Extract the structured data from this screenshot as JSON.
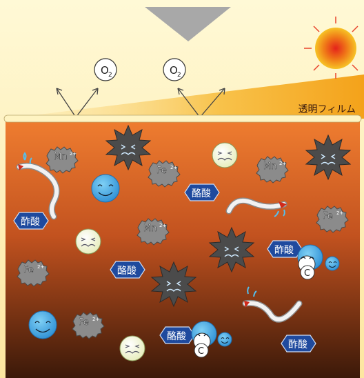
{
  "film_label": "透明フィルム",
  "o2_labels": [
    "O",
    "O"
  ],
  "o2_subscript": "2",
  "ion_labels": {
    "mn_main": "Mn",
    "mn_charge": "2+",
    "fe_main": "Fe",
    "fe_charge": "2+"
  },
  "acid_label": "酢酸",
  "acid_label_alt": "酪酸",
  "carbon_label": "C",
  "colors": {
    "sky_top": "#fff7c8",
    "sky_bottom": "#fde7a1",
    "soil_top": "#f08130",
    "soil_bottom": "#3a1808",
    "film_fill": "#fff4c4",
    "acid_blue": "#1f4a9e",
    "microbe_blue": "#3aa6e0",
    "sad_face": "#f3f6d3",
    "spiky_dark": "#4a4a4a",
    "ion_gray": "#8a8a8a",
    "sun_core": "#e2231a",
    "sun_glow": "#f6b200",
    "arrow_gray": "#9e9e9e"
  },
  "icons": [
    "sun-icon",
    "down-arrow-icon",
    "o2-bubble-icon",
    "eel-icon",
    "spiky-microbe-icon",
    "smiling-microbe-icon",
    "frowning-microbe-icon",
    "ion-blob-icon",
    "acid-hexagon-icon",
    "carbon-icon"
  ]
}
